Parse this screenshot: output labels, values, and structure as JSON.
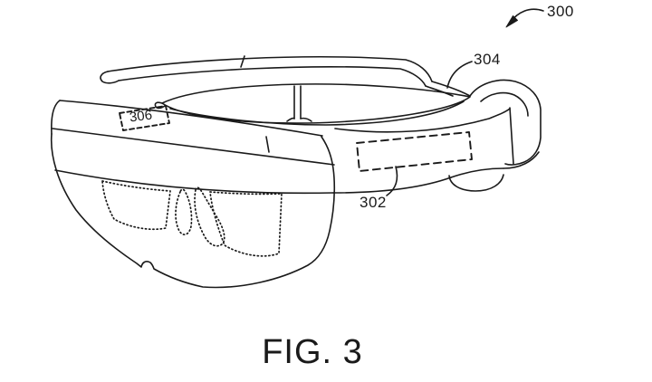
{
  "colors": {
    "ink": "#1a1a1a",
    "background": "#ffffff"
  },
  "figure": {
    "caption": "FIG. 3",
    "labels": {
      "n300": "300",
      "n302": "302",
      "n304": "304",
      "n306": "306"
    }
  }
}
